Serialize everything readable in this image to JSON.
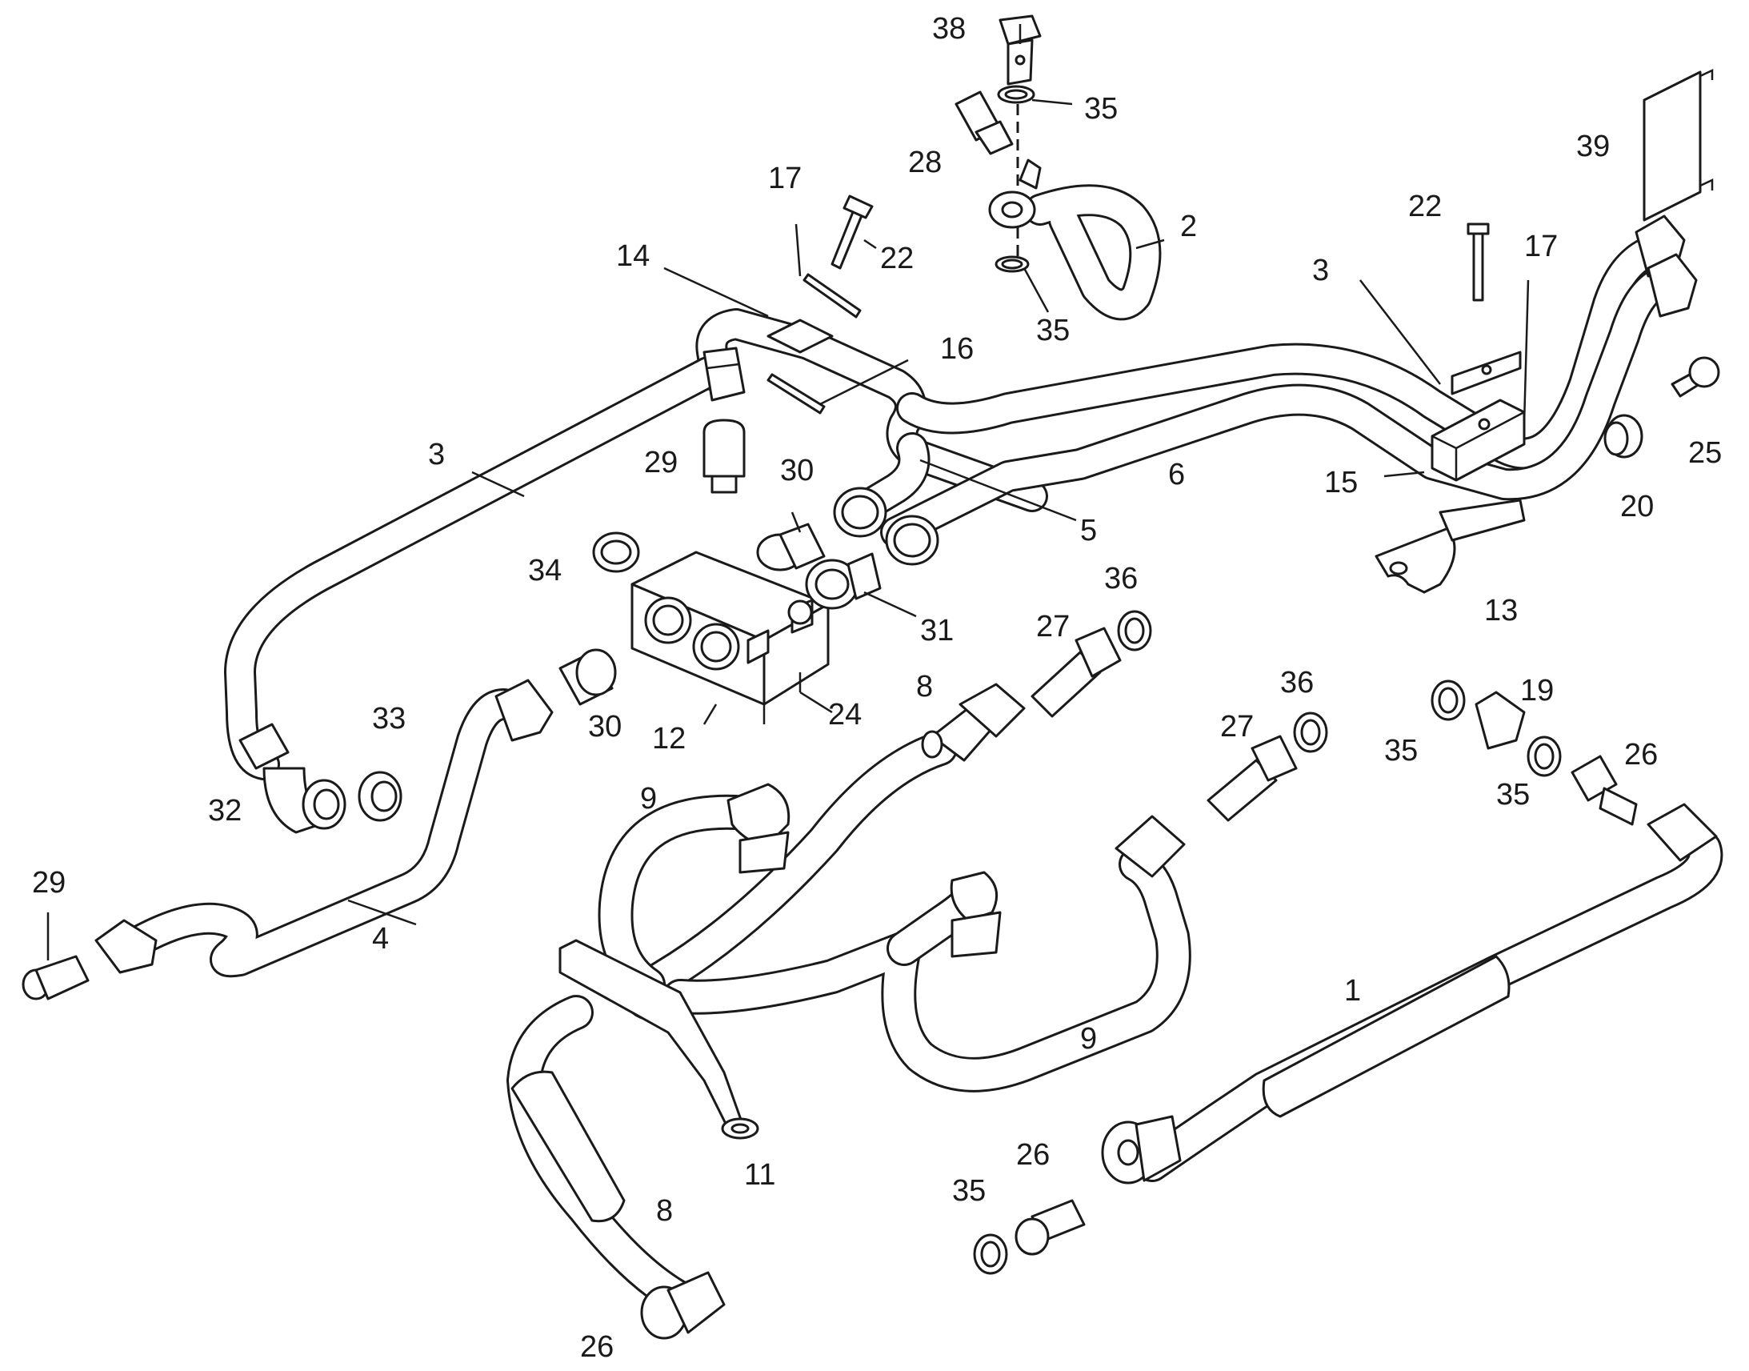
{
  "diagram": {
    "callouts": {
      "c1": "1",
      "c2": "2",
      "c3a": "3",
      "c3b": "3",
      "c4": "4",
      "c5": "5",
      "c6": "6",
      "c8a": "8",
      "c8b": "8",
      "c9a": "9",
      "c9b": "9",
      "c11": "11",
      "c12": "12",
      "c13": "13",
      "c14": "14",
      "c15": "15",
      "c16": "16",
      "c17a": "17",
      "c17b": "17",
      "c19": "19",
      "c20": "20",
      "c22a": "22",
      "c22b": "22",
      "c24": "24",
      "c25": "25",
      "c26a": "26",
      "c26b": "26",
      "c26c": "26",
      "c27a": "27",
      "c27b": "27",
      "c28": "28",
      "c29a": "29",
      "c29b": "29",
      "c30a": "30",
      "c30b": "30",
      "c31": "31",
      "c32": "32",
      "c33": "33",
      "c34": "34",
      "c35a": "35",
      "c35b": "35",
      "c35c": "35",
      "c35d": "35",
      "c35e": "35",
      "c36a": "36",
      "c36b": "36",
      "c38": "38",
      "c39": "39"
    }
  }
}
